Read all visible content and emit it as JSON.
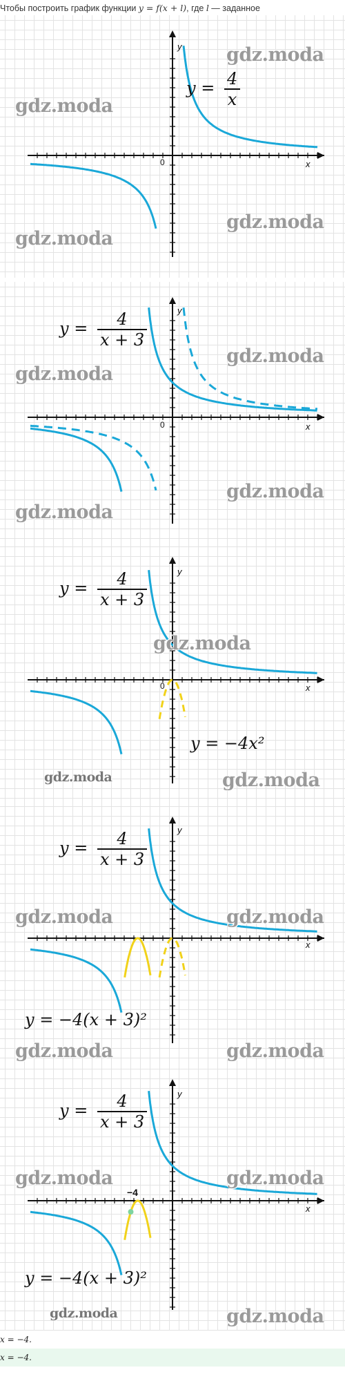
{
  "intro": {
    "text": "Чтобы построить график функции ",
    "formula": "y = f(x + l)",
    "text2": ", где ",
    "var": "l",
    "text3": " — заданное"
  },
  "axes": {
    "x_label": "x",
    "y_label": "y",
    "origin_label": "0"
  },
  "watermark": "gdz.moda",
  "panels": [
    {
      "formula_lhs": "y =",
      "num": "4",
      "den": "x"
    },
    {
      "formula_lhs": "y =",
      "num": "4",
      "den": "x + 3"
    },
    {
      "formula_lhs": "y =",
      "num": "4",
      "den": "x + 3",
      "parabola_label": "y = −4x²"
    },
    {
      "formula_lhs": "y =",
      "num": "4",
      "den": "x + 3",
      "parabola_label": "y = −4(x + 3)²"
    },
    {
      "formula_lhs": "y =",
      "num": "4",
      "den": "x + 3",
      "parabola_label": "y = −4(x + 3)²",
      "tick_label": "−4"
    }
  ],
  "answers": [
    "x = −4.",
    "x = −4."
  ],
  "colors": {
    "hyperbola": "#1aa8d8",
    "parabola": "#f1d21a",
    "grid": "#e3e3e3",
    "intersection": "#7ed4a0"
  }
}
